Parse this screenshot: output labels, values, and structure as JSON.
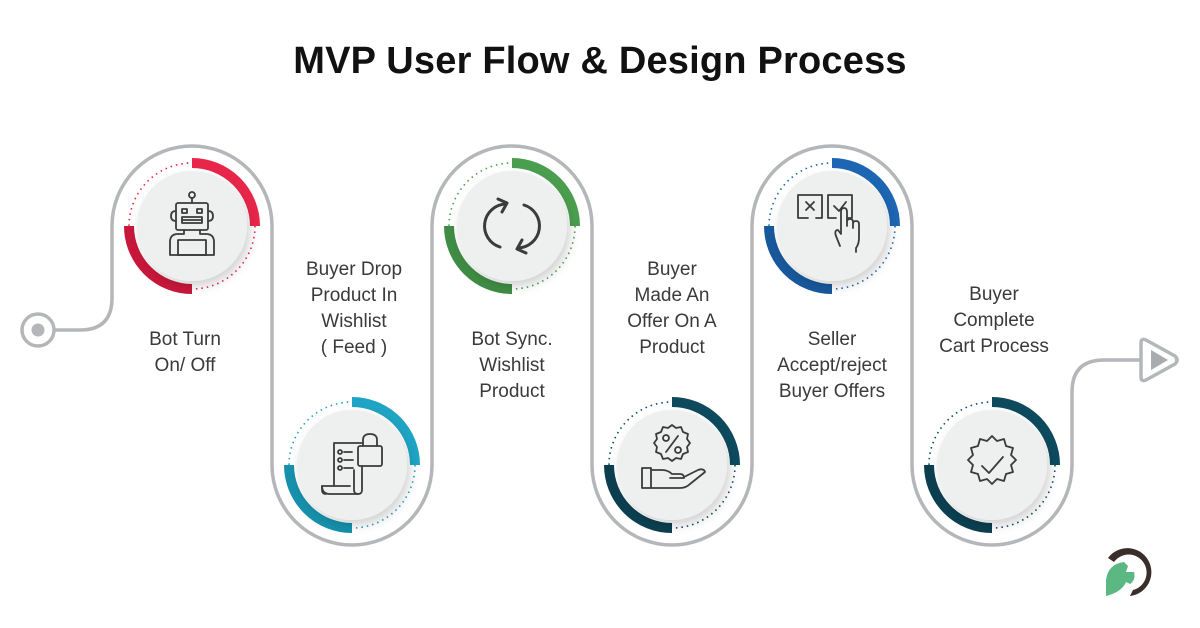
{
  "title": "MVP User Flow & Design Process",
  "colors": {
    "line": "#b4b6b9",
    "disc": "#eeefef",
    "icon_stroke": "#3b3b3b",
    "text": "#3a3a3a",
    "title": "#111111"
  },
  "start_marker": "start-circle",
  "end_marker": "end-arrow",
  "steps": [
    {
      "id": 1,
      "label": "Bot Turn On/ Off",
      "lines": [
        "Bot Turn",
        "On/ Off"
      ],
      "icon": "robot-icon",
      "accent": "#e8264a",
      "position": "top"
    },
    {
      "id": 2,
      "label": "Buyer Drop Product In Wishlist ( Feed )",
      "lines": [
        "Buyer Drop",
        "Product In",
        "Wishlist",
        "( Feed )"
      ],
      "icon": "shopping-list-icon",
      "accent": "#1ea4c4",
      "position": "bottom"
    },
    {
      "id": 3,
      "label": "Bot Sync. Wishlist Product",
      "lines": [
        "Bot Sync.",
        "Wishlist",
        "Product"
      ],
      "icon": "sync-icon",
      "accent": "#4a9e4f",
      "position": "top"
    },
    {
      "id": 4,
      "label": "Buyer Made An Offer On A Product",
      "lines": [
        "Buyer",
        "Made An",
        "Offer On A",
        "Product"
      ],
      "icon": "discount-hand-icon",
      "accent": "#0d4a5e",
      "position": "bottom"
    },
    {
      "id": 5,
      "label": "Seller Accept/reject Buyer Offers",
      "lines": [
        "Seller",
        "Accept/reject",
        "Buyer Offers"
      ],
      "icon": "accept-reject-icon",
      "accent": "#1c66b3",
      "position": "top"
    },
    {
      "id": 6,
      "label": "Buyer Complete Cart Process",
      "lines": [
        "Buyer",
        "Complete",
        "Cart Process"
      ],
      "icon": "verified-badge-icon",
      "accent": "#0d4a5e",
      "position": "bottom"
    }
  ],
  "logo": {
    "name": "brand-logo",
    "colors": [
      "#3a2e2a",
      "#5cb882"
    ]
  }
}
